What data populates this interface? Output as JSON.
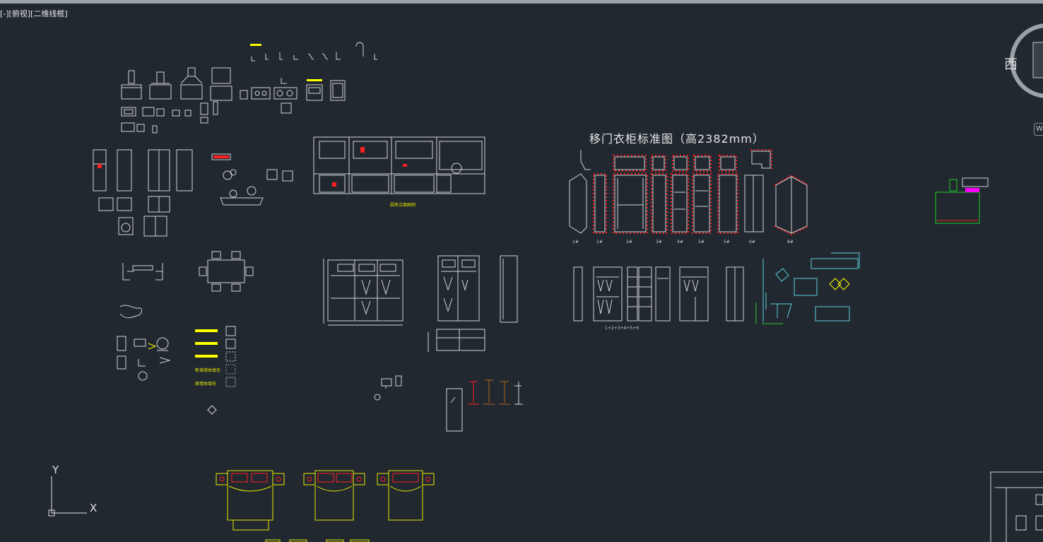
{
  "viewport": {
    "label": "[-][俯视][二维线框]"
  },
  "drawing": {
    "title": "移门衣柜标准图（高2382mm）",
    "cabinet_labels": [
      "1#",
      "1#",
      "2#",
      "3#",
      "4#",
      "5#",
      "5#",
      "6#",
      "8#"
    ],
    "cabinet_sub_label": "1+2+3+4+5+6",
    "kitchen_note": "厨房立面图例",
    "legend_notes": [
      "新增墙体填充",
      "原墙体填充"
    ]
  },
  "viewcube": {
    "direction_label": "西",
    "wcs_button": "W"
  },
  "ucs": {
    "y_label": "Y",
    "x_label": "X"
  },
  "colors": {
    "background": "#212830",
    "line_white": "#d8d8d8",
    "highlight_yellow": "#ffff00",
    "accent_red": "#ff2020",
    "accent_cyan": "#5fd0e0",
    "accent_green": "#22cc22",
    "accent_magenta": "#ff00ff",
    "accent_brown": "#b5651d"
  }
}
